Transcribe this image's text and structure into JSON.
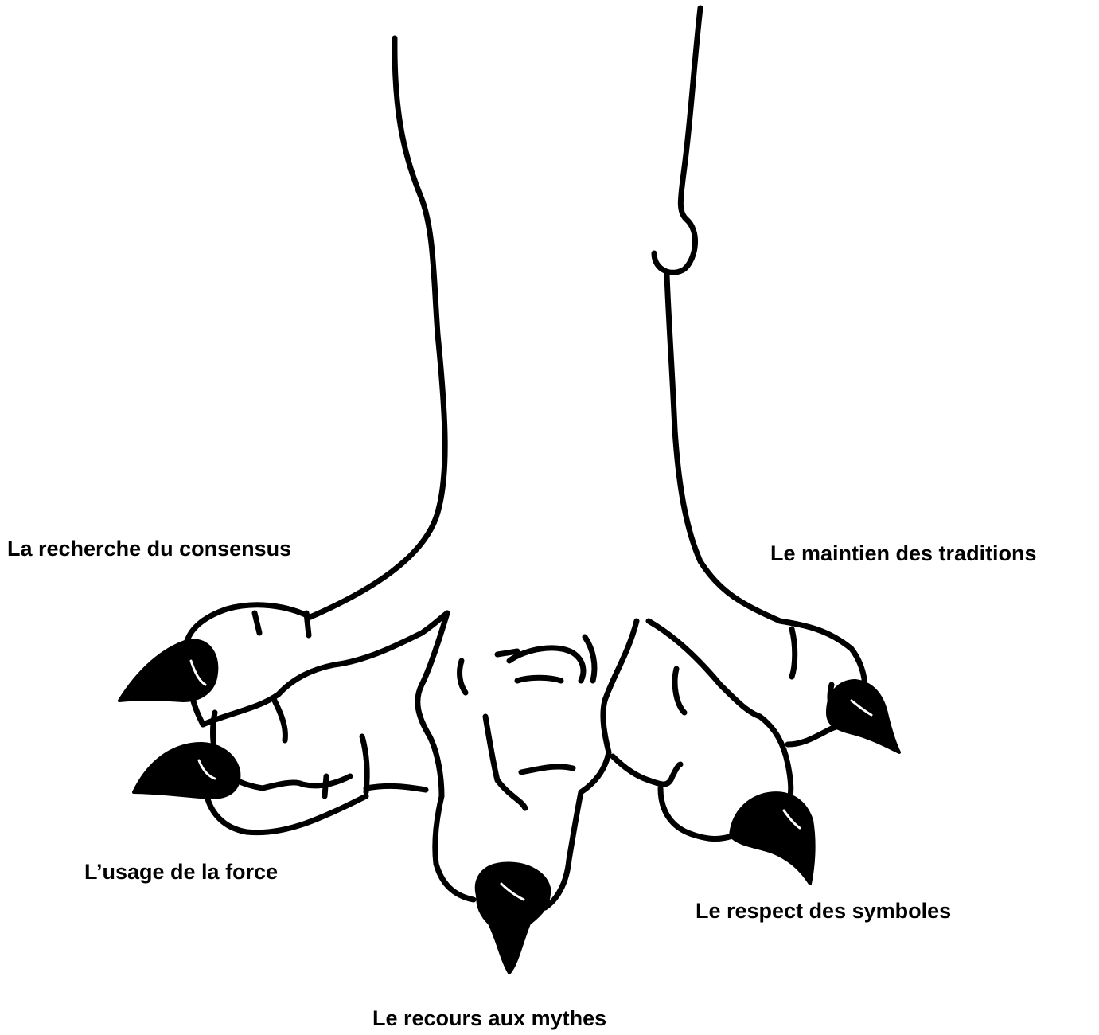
{
  "diagram": {
    "labels": {
      "consensus": "La recherche du consensus",
      "traditions": "Le maintien des traditions",
      "force": "L’usage de la force",
      "symboles": "Le respect des symboles",
      "mythes": "Le recours aux mythes"
    },
    "colors": {
      "ink": "#000000",
      "background": "#ffffff"
    }
  }
}
